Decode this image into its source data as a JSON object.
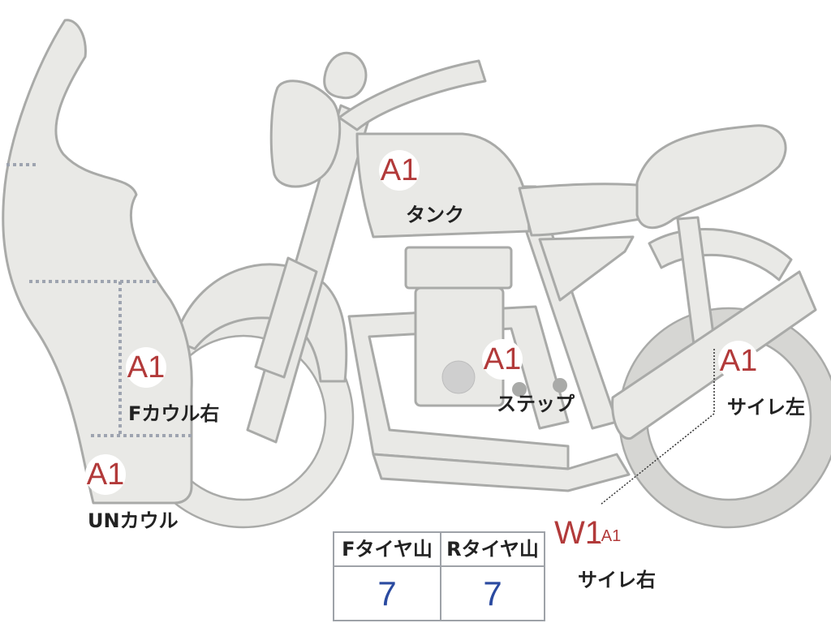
{
  "damage_marks": {
    "tank": {
      "code": "A1",
      "label": "タンク"
    },
    "f_cowl_right": {
      "code": "A1",
      "label": "Fカウル右"
    },
    "un_cowl": {
      "code": "A1",
      "label": "UNカウル"
    },
    "step": {
      "code": "A1",
      "label": "ステップ"
    },
    "side_left": {
      "code": "A1",
      "label": "サイレ左"
    },
    "side_right": {
      "code_primary": "W1",
      "code_secondary": "A1",
      "label": "サイレ右"
    }
  },
  "tire_table": {
    "front_header": "Fタイヤ山",
    "rear_header": "Rタイヤ山",
    "front_value": "7",
    "rear_value": "7"
  },
  "colors": {
    "body_fill": "#e9e9e6",
    "outline": "#a9aaa8",
    "code_text": "#b23a3a",
    "value_text": "#2a4aa0"
  }
}
